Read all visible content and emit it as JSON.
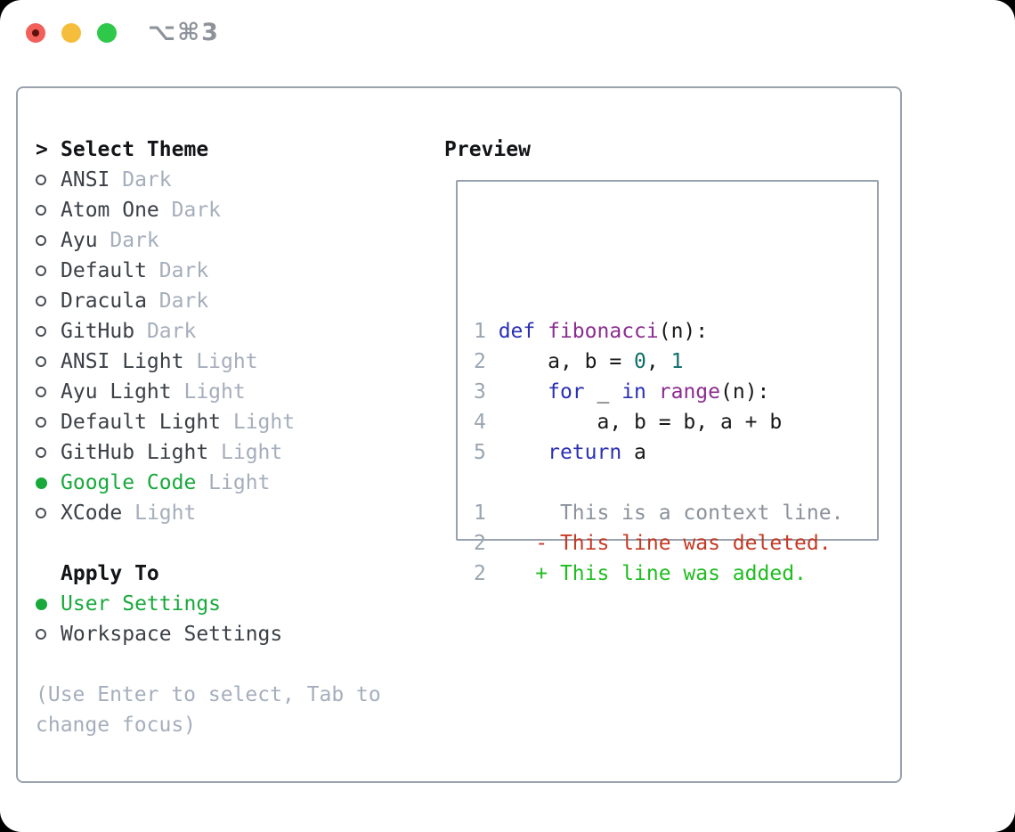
{
  "window": {
    "title": "⌥⌘3"
  },
  "colors": {
    "accent_green": "#18a83c",
    "diff_added_green": "#1fbd20",
    "diff_deleted_red": "#c53a24",
    "syntax_keyword_blue": "#2b30b5",
    "syntax_function_purple": "#8b2d8f",
    "syntax_literal_teal": "#0e6e68",
    "muted_gray": "#a5aebc",
    "border_gray": "#98a1ae"
  },
  "theme_list": {
    "header_prefix": ">",
    "header": "Select Theme",
    "items": [
      {
        "name": "ANSI",
        "variant": "Dark",
        "selected": false
      },
      {
        "name": "Atom One",
        "variant": "Dark",
        "selected": false
      },
      {
        "name": "Ayu",
        "variant": "Dark",
        "selected": false
      },
      {
        "name": "Default",
        "variant": "Dark",
        "selected": false
      },
      {
        "name": "Dracula",
        "variant": "Dark",
        "selected": false
      },
      {
        "name": "GitHub",
        "variant": "Dark",
        "selected": false
      },
      {
        "name": "ANSI Light",
        "variant": "Light",
        "selected": false
      },
      {
        "name": "Ayu Light",
        "variant": "Light",
        "selected": false
      },
      {
        "name": "Default Light",
        "variant": "Light",
        "selected": false
      },
      {
        "name": "GitHub Light",
        "variant": "Light",
        "selected": false
      },
      {
        "name": "Google Code",
        "variant": "Light",
        "selected": true
      },
      {
        "name": "XCode",
        "variant": "Light",
        "selected": false
      }
    ]
  },
  "apply_to": {
    "header": "Apply To",
    "options": [
      {
        "label": "User Settings",
        "selected": true
      },
      {
        "label": "Workspace Settings",
        "selected": false
      }
    ]
  },
  "help_text": "(Use Enter to select, Tab to\nchange focus)",
  "preview": {
    "header": "Preview",
    "lines": [
      {
        "segments": [
          {
            "t": "1 ",
            "c": "ln"
          },
          {
            "t": "def",
            "c": "kw"
          },
          {
            "t": " ",
            "c": "pl"
          },
          {
            "t": "fibonacci",
            "c": "fn"
          },
          {
            "t": "(n):",
            "c": "pl"
          }
        ]
      },
      {
        "segments": [
          {
            "t": "2 ",
            "c": "ln"
          },
          {
            "t": "    a, b = ",
            "c": "pl"
          },
          {
            "t": "0",
            "c": "lit"
          },
          {
            "t": ", ",
            "c": "pl"
          },
          {
            "t": "1",
            "c": "lit"
          }
        ]
      },
      {
        "segments": [
          {
            "t": "3 ",
            "c": "ln"
          },
          {
            "t": "    ",
            "c": "pl"
          },
          {
            "t": "for",
            "c": "kw"
          },
          {
            "t": " _ ",
            "c": "pl"
          },
          {
            "t": "in",
            "c": "kw"
          },
          {
            "t": " ",
            "c": "pl"
          },
          {
            "t": "range",
            "c": "fn"
          },
          {
            "t": "(n):",
            "c": "pl"
          }
        ]
      },
      {
        "segments": [
          {
            "t": "4 ",
            "c": "ln"
          },
          {
            "t": "        a, b = b, a + b",
            "c": "pl"
          }
        ]
      },
      {
        "segments": [
          {
            "t": "5 ",
            "c": "ln"
          },
          {
            "t": "    ",
            "c": "pl"
          },
          {
            "t": "return",
            "c": "kw"
          },
          {
            "t": " a",
            "c": "pl"
          }
        ]
      },
      {
        "segments": []
      },
      {
        "segments": [
          {
            "t": "1 ",
            "c": "ln"
          },
          {
            "t": "     This is a context line.",
            "c": "ctx"
          }
        ]
      },
      {
        "segments": [
          {
            "t": "2 ",
            "c": "ln"
          },
          {
            "t": "   - This line was deleted.",
            "c": "del"
          }
        ]
      },
      {
        "segments": [
          {
            "t": "2 ",
            "c": "ln"
          },
          {
            "t": "   + This line was added.",
            "c": "add"
          }
        ]
      }
    ]
  }
}
